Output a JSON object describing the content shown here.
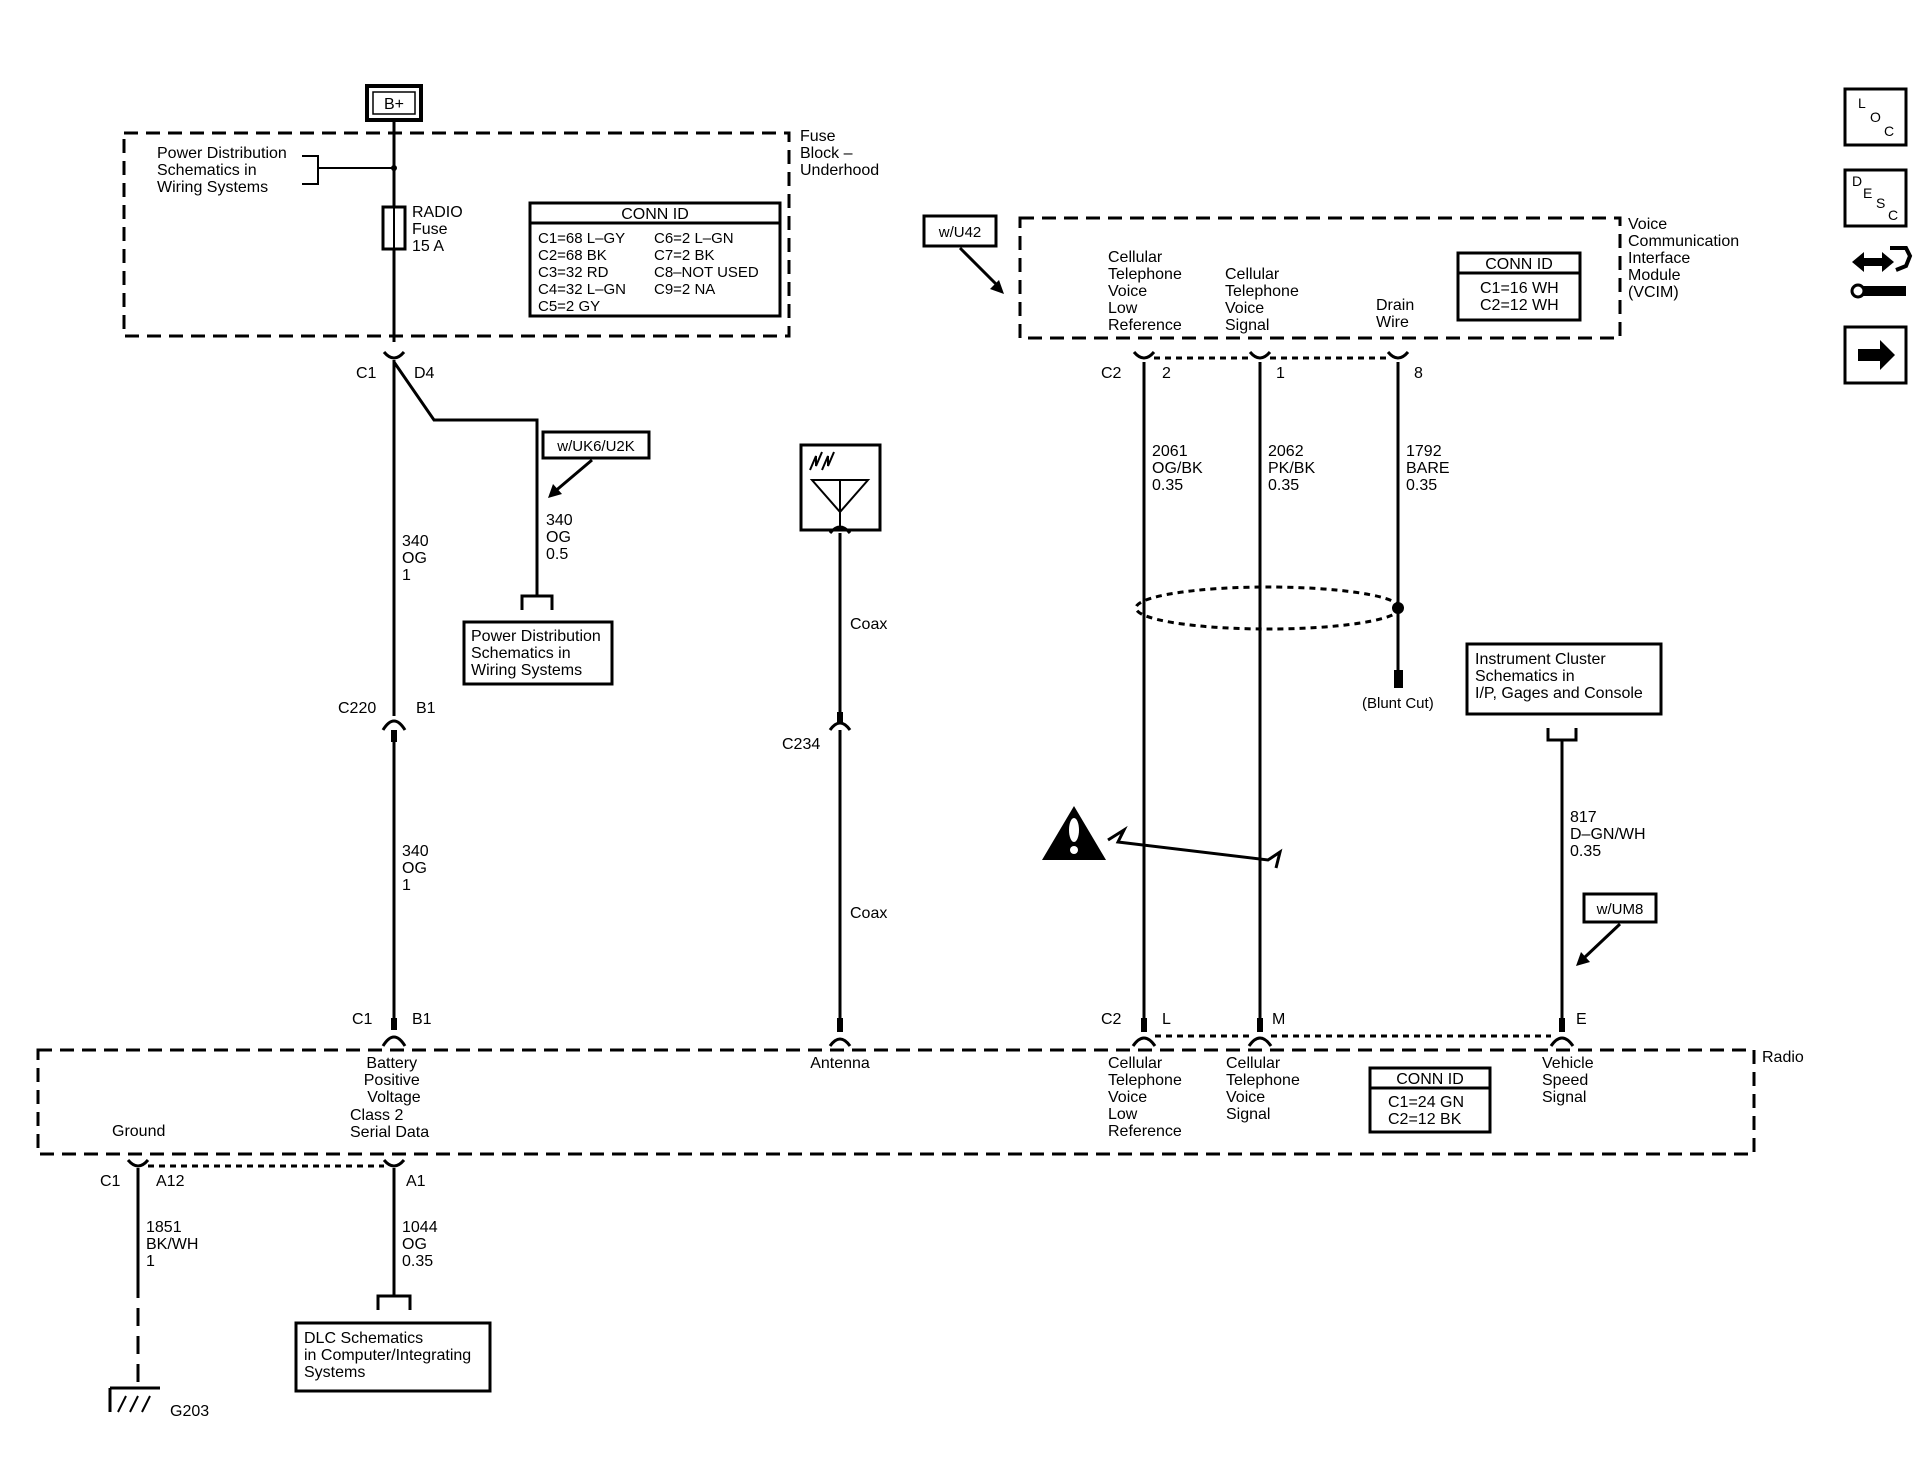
{
  "source": {
    "label": "B+"
  },
  "fuse_block": {
    "lines": [
      "Fuse",
      "Block –",
      "Underhood"
    ],
    "pd_ref": [
      "Power Distribution",
      "Schematics in",
      "Wiring Systems"
    ],
    "fuse": [
      "RADIO",
      "Fuse",
      "15 A"
    ],
    "conn_id": {
      "title": "CONN ID",
      "rows": [
        [
          "C1=68 L–GY",
          "C6=2 L–GN"
        ],
        [
          "C2=68 BK",
          "C7=2 BK"
        ],
        [
          "C3=32 RD",
          "C8–NOT USED"
        ],
        [
          "C4=32 L–GN",
          "C9=2 NA"
        ],
        [
          "C5=2 GY",
          ""
        ]
      ]
    }
  },
  "battery_feed": {
    "c1": "C1",
    "d4": "D4",
    "option": "w/UK6/U2K",
    "branch_wire": [
      "340",
      "OG",
      "0.5"
    ],
    "branch_ref": [
      "Power Distribution",
      "Schematics in",
      "Wiring Systems"
    ],
    "wire_upper": [
      "340",
      "OG",
      "1"
    ],
    "c220": "C220",
    "b1": "B1",
    "wire_lower": [
      "340",
      "OG",
      "1"
    ],
    "radio_c1": "C1",
    "radio_b1": "B1"
  },
  "antenna": {
    "coax_upper": "Coax",
    "c234": "C234",
    "coax_lower": "Coax"
  },
  "vcim": {
    "option": "w/U42",
    "name": [
      "Voice",
      "Communication",
      "Interface",
      "Module",
      "(VCIM)"
    ],
    "pins": {
      "low_ref": [
        "Cellular",
        "Telephone",
        "Voice",
        "Low",
        "Reference"
      ],
      "signal": [
        "Cellular",
        "Telephone",
        "Voice",
        "Signal"
      ],
      "drain": [
        "Drain",
        "Wire"
      ]
    },
    "conn_id": {
      "title": "CONN ID",
      "rows": [
        "C1=16 WH",
        "C2=12 WH"
      ]
    },
    "c2": "C2",
    "pin2": "2",
    "pin1": "1",
    "pin8": "8",
    "wire_2061": [
      "2061",
      "OG/BK",
      "0.35"
    ],
    "wire_2062": [
      "2062",
      "PK/BK",
      "0.35"
    ],
    "wire_1792": [
      "1792",
      "BARE",
      "0.35"
    ],
    "blunt_cut": "(Blunt Cut)"
  },
  "cluster": {
    "ref": [
      "Instrument Cluster",
      "Schematics in",
      "I/P, Gages and Console"
    ],
    "wire_817": [
      "817",
      "D–GN/WH",
      "0.35"
    ],
    "option": "w/UM8"
  },
  "radio": {
    "name": "Radio",
    "c2": "C2",
    "pin_l": "L",
    "pin_m": "M",
    "pin_e": "E",
    "labels": {
      "battery": [
        "Battery",
        "Positive",
        "Voltage"
      ],
      "antenna": "Antenna",
      "low_ref": [
        "Cellular",
        "Telephone",
        "Voice",
        "Low",
        "Reference"
      ],
      "signal": [
        "Cellular",
        "Telephone",
        "Voice",
        "Signal"
      ],
      "vss": [
        "Vehicle",
        "Speed",
        "Signal"
      ],
      "ground": "Ground",
      "serial": [
        "Class 2",
        "Serial Data"
      ]
    },
    "conn_id": {
      "title": "CONN ID",
      "rows": [
        "C1=24 GN",
        "C2=12 BK"
      ]
    }
  },
  "ground": {
    "c1": "C1",
    "a12": "A12",
    "wire_1851": [
      "1851",
      "BK/WH",
      "1"
    ],
    "g203": "G203"
  },
  "serial_data": {
    "a1": "A1",
    "wire_1044": [
      "1044",
      "OG",
      "0.35"
    ],
    "dlc_ref": [
      "DLC Schematics",
      "in Computer/Integrating",
      "Systems"
    ]
  },
  "nav": {
    "loc": {
      "l": "L",
      "o": "O",
      "c": "C"
    },
    "desc": {
      "d": "D",
      "e": "E",
      "s": "S",
      "c": "C"
    }
  }
}
